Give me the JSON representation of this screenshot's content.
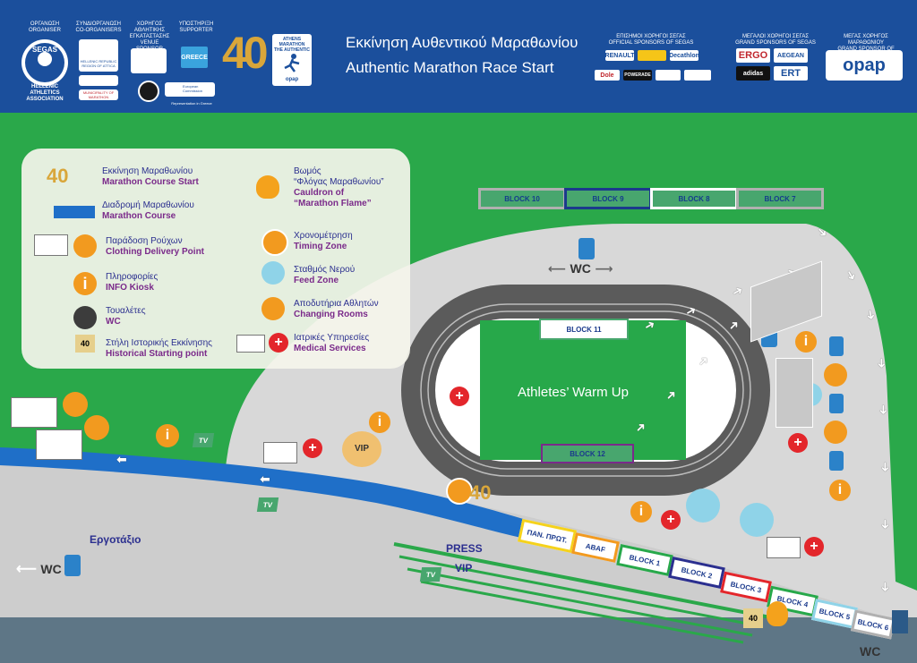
{
  "header": {
    "organiser_label": "ΟΡΓΑΝΩΣΗ\nORGANISER",
    "organiser_name": "HELLENIC\nATHLETICS\nASSOCIATION",
    "segas": "SEGAS",
    "coorganisers_label": "ΣΥΝΔΙΟΡΓΑΝΩΣΗ\nCO-ORGANISERS",
    "venue_sponsor_label": "ΧΟΡΗΓΟΣ\nΑΘΛΗΤΙΚΗΣ\nΕΓΚΑΤΑΣΤΑΣΗΣ\nVENUE SPONSOR",
    "supporter_label": "ΥΠΟΣΤΗΡΙΞΗ\nSUPPORTER",
    "coorg_1": "HELLENIC REPUBLIC\nREGION OF ATTICA",
    "coorg_2": "MUNICIPALITY OF\nMARATHON",
    "supporter_1": "GREECE",
    "eu_line1": "European\nCommission",
    "eu_line2": "Representation in Greece",
    "logo_40": "40",
    "logo_text": "ATHENS\nMARATHON\nTHE AUTHENTIC",
    "logo_opap": "opap",
    "title_gr": "Εκκίνηση Αυθεντικού Μαραθωνίου",
    "title_en": "Authentic Marathon Race Start",
    "official_label": "ΕΠΙΣΗΜΟΙ ΧΟΡΗΓΟΙ ΣΕΓΑΣ\nOFFICIAL SPONSORS OF SEGAS",
    "official_sponsors": [
      "RENAULT",
      "",
      "Decathlon",
      "Dole",
      "POWERADE",
      "",
      ""
    ],
    "grand_label": "ΜΕΓΑΛΟΙ ΧΟΡΗΓΟΙ ΣΕΓΑΣ\nGRAND SPONSORS OF SEGAS",
    "grand_sponsors": [
      "ERGO",
      "AEGEAN",
      "adidas",
      "ERT"
    ],
    "grand_marathon_label": "ΜΕΓΑΣ ΧΟΡΗΓΟΣ ΜΑΡΑΘΩΝΙΟΥ\nGRAND SPONSOR OF MARATHON",
    "grand_marathon_sponsor": "opap"
  },
  "legend": [
    {
      "gr": "Εκκίνηση Μαραθωνίου",
      "en": "Marathon Course Start",
      "icon": "marathon-40-logo-icon"
    },
    {
      "gr": "Διαδρομή Μαραθωνίου",
      "en": "Marathon Course",
      "icon": "course-bar-icon"
    },
    {
      "gr": "Παράδοση Ρούχων",
      "en": "Clothing Delivery Point",
      "icon": "truck-shirt-icon"
    },
    {
      "gr": "Πληροφορίες",
      "en": "INFO Kiosk",
      "icon": "info-icon"
    },
    {
      "gr": "Τουαλέτες",
      "en": "WC",
      "icon": "toilet-icon"
    },
    {
      "gr": "Στήλη Ιστορικής Εκκίνησης",
      "en": "Historical Starting point",
      "icon": "historical-stele-icon"
    },
    {
      "gr": "Βωμός\n“Φλόγας Μαραθωνίου”",
      "en": "Cauldron of\n“Marathon Flame”",
      "icon": "flame-icon"
    },
    {
      "gr": "Χρονομέτρηση",
      "en": "Timing Zone",
      "icon": "stopwatch-icon"
    },
    {
      "gr": "Σταθμός Νερού",
      "en": "Feed Zone",
      "icon": "water-bottle-icon"
    },
    {
      "gr": "Αποδυτήρια Αθλητών",
      "en": "Changing Rooms",
      "icon": "locker-icon"
    },
    {
      "gr": "Ιατρικές Υπηρεσίες",
      "en": "Medical Services",
      "icon": "medical-cross-icon"
    }
  ],
  "colors": {
    "grass": "#2aa84a",
    "pavement": "#d9d9d9",
    "track": "#5b5b5b",
    "course": "#1f6fc8",
    "header": "#1b4f9c",
    "medical": "#e3262b",
    "info": "#f29a1f"
  },
  "map": {
    "warmup_label": "Athletes’ Warm Up",
    "ergotaxio": "Εργοτάξιο",
    "press": "PRESS",
    "vip": "VIP",
    "vip_tent": "VIP",
    "wc": "WC",
    "tv": "TV",
    "stele_label": "40",
    "top_blocks": [
      "BLOCK 10",
      "BLOCK 9",
      "BLOCK 8",
      "BLOCK 7"
    ],
    "track_blocks": [
      "BLOCK 11",
      "BLOCK 12"
    ],
    "start_blocks": [
      "ΠΑΝ. ΠΡΩΤ.",
      "ABAF",
      "BLOCK 1",
      "BLOCK 2",
      "BLOCK 3",
      "BLOCK 4",
      "BLOCK 5",
      "BLOCK 6"
    ]
  }
}
